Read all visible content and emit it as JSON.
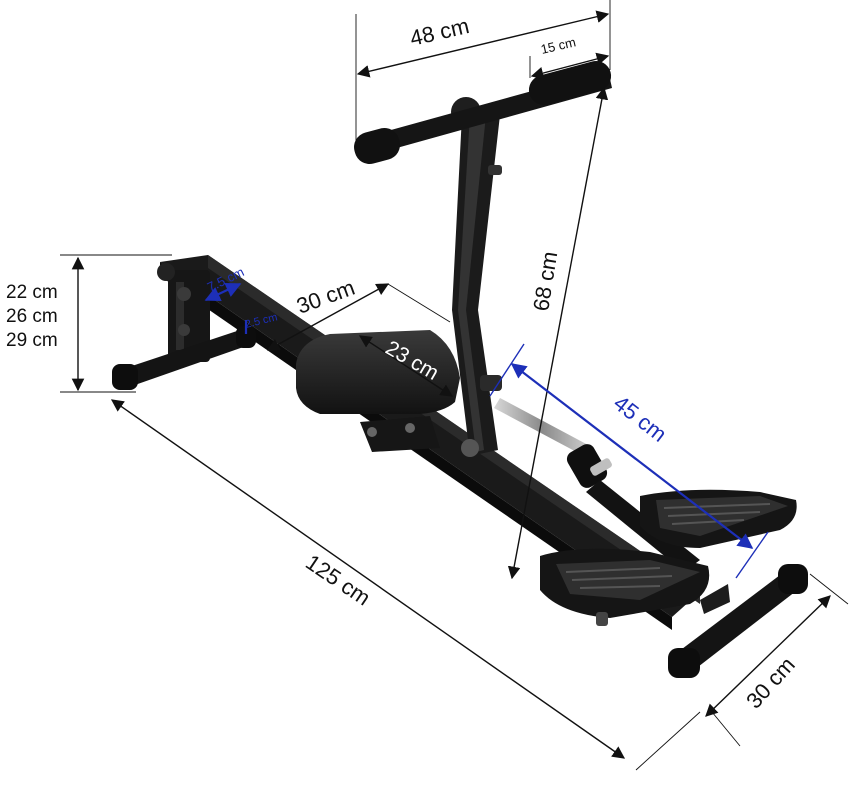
{
  "dimensions": {
    "handle_width": "48 cm",
    "grip_length": "15 cm",
    "post_height": "68 cm",
    "seat_length": "30 cm",
    "seat_width": "23 cm",
    "stroke_length": "45 cm",
    "rail_length": "125 cm",
    "base_width": "30 cm",
    "rail_width": "7.5 cm",
    "rail_thickness": "2.5 cm",
    "front_heights": [
      "22 cm",
      "26 cm",
      "29 cm"
    ]
  },
  "colors": {
    "frame": "#111111",
    "accent_dimension": "#1d2fb8",
    "dimension_line": "#111111"
  }
}
